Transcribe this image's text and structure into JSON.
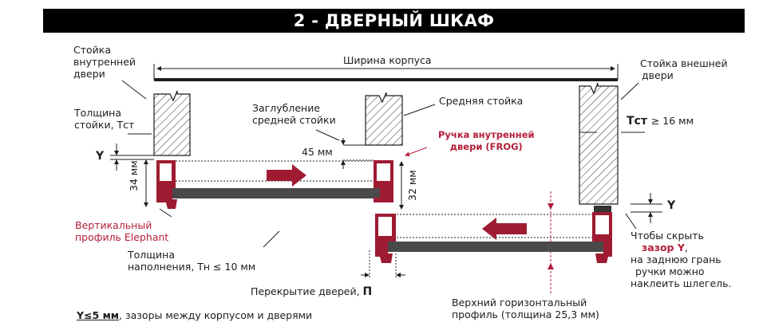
{
  "header": {
    "title": "2 - ДВЕРНЫЙ ШКАФ"
  },
  "labels": {
    "inner_post": [
      "Стойка",
      "внутренней",
      "двери"
    ],
    "outer_post": [
      "Стойка внешней",
      "двери"
    ],
    "body_width": "Ширина корпуса",
    "middle_post": "Средняя стойка",
    "middle_recess": [
      "Заглубление",
      "средней стойки"
    ],
    "post_thickness": [
      "Толщина",
      "стойки, Тст"
    ],
    "tst_prefix": "Тст",
    "tst_rule": "≥ 16 мм",
    "y_left": "Y",
    "y_right": "Y",
    "dim_45": "45 мм",
    "dim_34": "34 мм",
    "dim_32": "32 мм",
    "frog_handle": [
      "Ручка внутренней",
      "двери (FROG)"
    ],
    "elephant_profile": [
      "Вертикальный",
      "профиль Elephant"
    ],
    "fill_thickness": [
      "Толщина",
      "наполнения, Тн ≤ 10 мм"
    ],
    "overlap_text": "Перекрытие дверей,",
    "overlap_symbol": "П",
    "top_profile": [
      "Верхний горизонтальный",
      "профиль (толщина 25,3 мм)"
    ],
    "hide_gap_1": "Чтобы скрыть",
    "hide_gap_bold": "зазор Y",
    "hide_gap_comma": ",",
    "hide_gap_rest": [
      "на заднюю грань",
      "ручки можно",
      "наклеить шлегель."
    ],
    "footnote_y": "Y≤5 мм",
    "footnote_rest": ", зазоры между корпусом и дверями"
  },
  "colors": {
    "header_bg": "#000000",
    "header_text": "#ffffff",
    "profile_red": "#9e1b32",
    "panel_gray": "#4a4a4a",
    "line_dark": "#1d1d1b",
    "hatch": "#333333"
  },
  "icons": [
    "right-arrow-icon",
    "left-arrow-icon"
  ]
}
